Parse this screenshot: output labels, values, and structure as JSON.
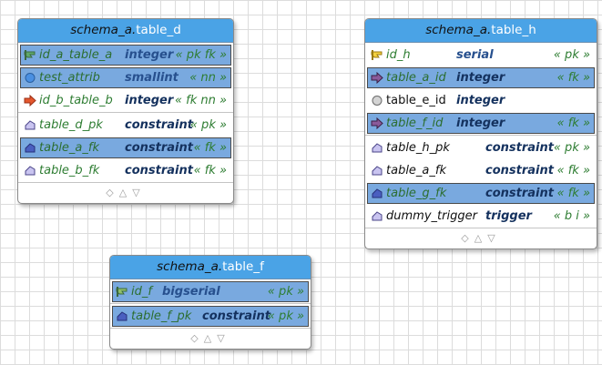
{
  "tables": [
    {
      "id": "table_d",
      "schema": "schema_a.",
      "name": "table_d",
      "columns": [
        {
          "name": "id_a_table_a",
          "type": "integer",
          "constraint": "« pk fk »",
          "icon": "pk-fk-key-icon",
          "selected": true
        },
        {
          "name": "test_attrib",
          "type": "smallint",
          "constraint": "« nn »",
          "icon": "column-circle-icon",
          "selected": true
        },
        {
          "name": "id_b_table_b",
          "type": "integer",
          "constraint": "« fk nn »",
          "icon": "fk-arrow-icon",
          "selected": false
        }
      ],
      "constraints": [
        {
          "name": "table_d_pk",
          "type": "constraint",
          "constraint": "« pk »",
          "selected": false
        },
        {
          "name": "table_a_fk",
          "type": "constraint",
          "constraint": "« fk »",
          "selected": true
        },
        {
          "name": "table_b_fk",
          "type": "constraint",
          "constraint": "« fk »",
          "selected": false
        }
      ]
    },
    {
      "id": "table_h",
      "schema": "schema_a.",
      "name": "table_h",
      "columns": [
        {
          "name": "id_h",
          "type": "serial",
          "constraint": "« pk »",
          "icon": "pk-key-icon",
          "selected": false
        },
        {
          "name": "table_a_id",
          "type": "integer",
          "constraint": "« fk »",
          "icon": "fk-arrow-icon",
          "selected": true
        },
        {
          "name": "table_e_id",
          "type": "integer",
          "constraint": "",
          "icon": "column-circle-icon",
          "selected": false
        },
        {
          "name": "table_f_id",
          "type": "integer",
          "constraint": "« fk »",
          "icon": "fk-arrow-icon",
          "selected": true
        }
      ],
      "constraints": [
        {
          "name": "table_h_pk",
          "type": "constraint",
          "constraint": "« pk »",
          "selected": false
        },
        {
          "name": "table_a_fk",
          "type": "constraint",
          "constraint": "« fk »",
          "selected": false
        },
        {
          "name": "table_g_fk",
          "type": "constraint",
          "constraint": "« fk »",
          "selected": true
        },
        {
          "name": "dummy_trigger",
          "type": "trigger",
          "constraint": "« b i »",
          "selected": false
        }
      ]
    },
    {
      "id": "table_f",
      "schema": "schema_a.",
      "name": "table_f",
      "columns": [
        {
          "name": "id_f",
          "type": "bigserial",
          "constraint": "« pk »",
          "icon": "pk-key-icon",
          "selected": true
        }
      ],
      "constraints": [
        {
          "name": "table_f_pk",
          "type": "constraint",
          "constraint": "« pk »",
          "selected": true
        }
      ]
    }
  ],
  "footer_icons": [
    "diamond-icon",
    "triangle-up-icon",
    "triangle-down-icon"
  ],
  "colors": {
    "header": "#4aa3e6",
    "selection": "#79a9df",
    "type_text": "#27508e",
    "constraint_text": "#2e7d32"
  }
}
